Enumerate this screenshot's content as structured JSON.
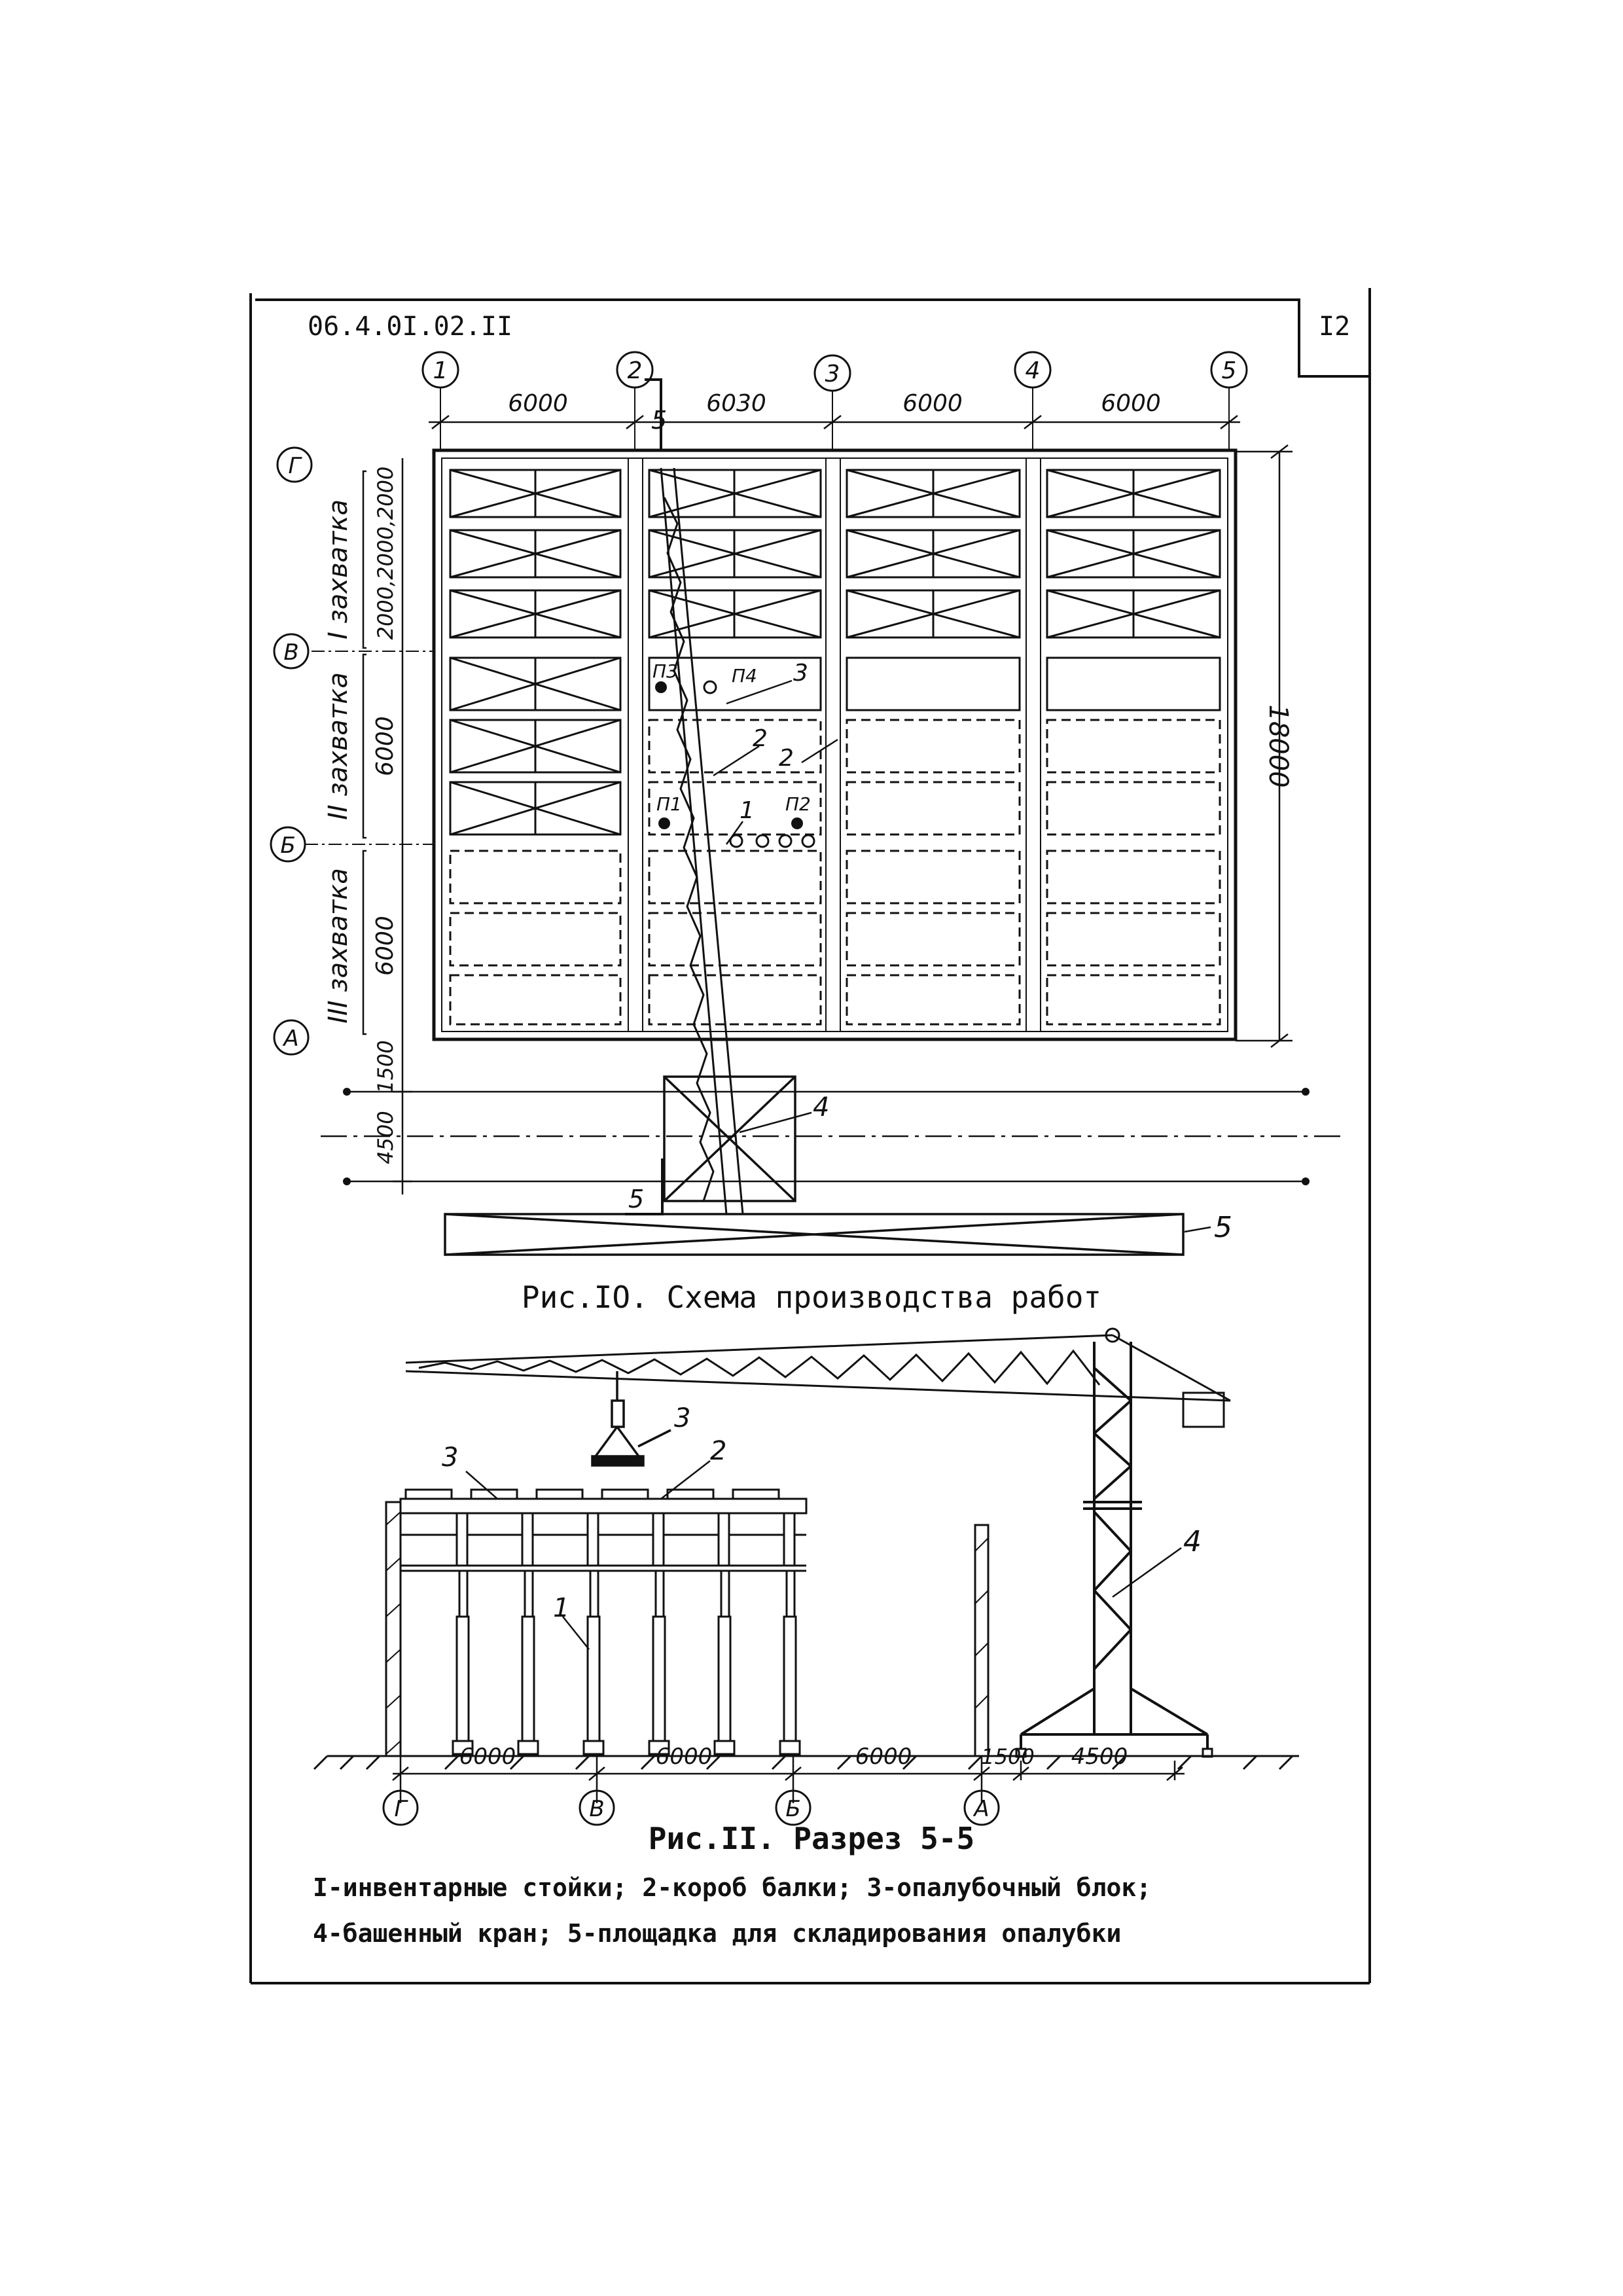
{
  "sheet": {
    "code": "06.4.0I.02.II",
    "page_number": "I2"
  },
  "plan": {
    "column_axes": [
      "1",
      "2",
      "3",
      "4",
      "5"
    ],
    "row_axes": [
      "Г",
      "В",
      "Б",
      "А"
    ],
    "spans_top": [
      "6000",
      "6030",
      "6000",
      "6000"
    ],
    "section_mark": "5",
    "right_dim": "18000",
    "grip_1": {
      "label": "I захватка",
      "dim": "2000,2000,2000"
    },
    "grip_2": {
      "label": "II захватка",
      "dim": "6000"
    },
    "grip_3": {
      "label": "III захватка",
      "dim": "6000"
    },
    "bottom_dims": [
      "1500",
      "4500"
    ],
    "positions": [
      "П3",
      "П4",
      "П1",
      "П2"
    ],
    "callouts": [
      "1",
      "2",
      "2",
      "3",
      "4",
      "5"
    ]
  },
  "fig10_caption": "Рис.IO. Схема производства работ",
  "section": {
    "callouts": [
      "3",
      "3",
      "2",
      "1",
      "4"
    ],
    "dims": [
      "6000",
      "6000",
      "6000",
      "1500",
      "4500"
    ],
    "axes": [
      "Г",
      "В",
      "Б",
      "А"
    ]
  },
  "fig11_caption": "Рис.II. Разрез 5-5",
  "legend": {
    "line1": "I-инвентарные стойки; 2-короб балки; 3-опалубочный блок;",
    "line2": "4-башенный кран; 5-площадка для складирования опалубки"
  }
}
